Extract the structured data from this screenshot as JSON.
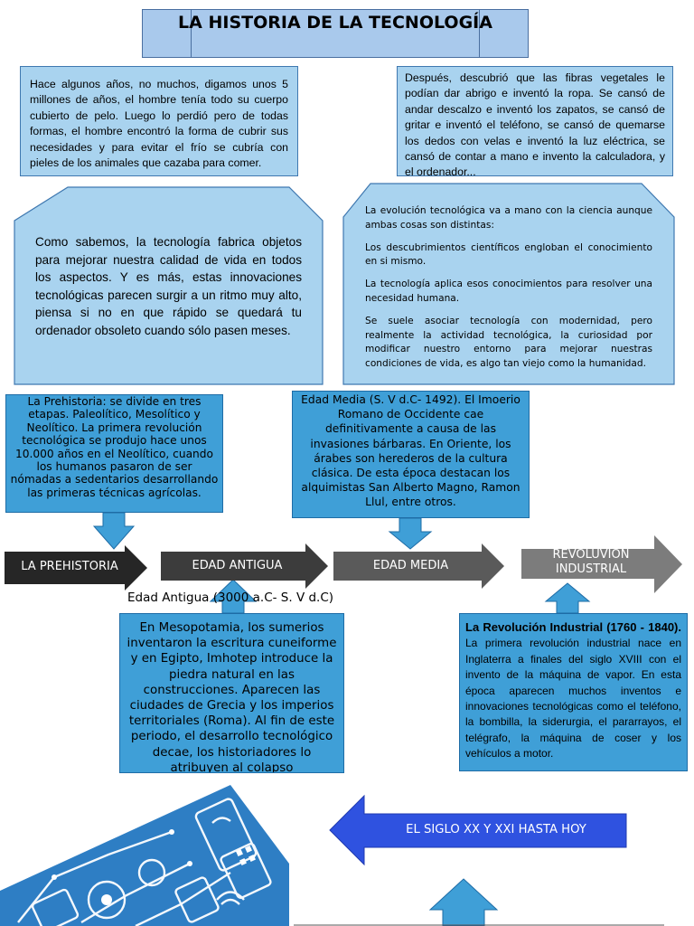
{
  "title": "LA HISTORIA DE LA TECNOLOGÍA",
  "box_origins": "Hace algunos años, no muchos, digamos unos 5 millones de años, el hombre tenía todo su cuerpo cubierto de pelo. Luego lo perdió pero de todas formas, el hombre encontró la forma de cubrir sus necesidades y para evitar el frío se cubría con pieles de los animales que cazaba para comer.",
  "box_inventions": "Después, descubrió que las fibras vegetales le podían dar abrigo e inventó la ropa. Se cansó de andar descalzo e inventó los zapatos, se cansó de gritar e inventó el teléfono, se cansó de quemarse los dedos con velas e inventó la luz eléctrica, se cansó de contar a mano e invento la calculadora, y el ordenador...",
  "box_quality": "Como sabemos, la tecnología fabrica objetos para mejorar nuestra calidad de vida en todos los aspectos. Y es más, estas innovaciones tecnológicas parecen surgir a un ritmo muy alto, piensa si no en que rápido se quedará tu ordenador obsoleto cuando sólo pasen meses.",
  "box_science": [
    "La evolución tecnológica va a mano con la ciencia aunque ambas cosas son distintas:",
    "Los descubrimientos científicos engloban el conocimiento en si mismo.",
    "La tecnología aplica esos conocimientos para resolver una necesidad humana.",
    "Se suele asociar tecnología con modernidad, pero realmente la actividad tecnológica, la curiosidad por modificar nuestro entorno para mejorar nuestras condiciones de vida, es algo tan viejo como la humanidad."
  ],
  "box_prehistoria": "La Prehistoria: se divide en tres etapas. Paleolítico, Mesolítico y Neolítico. La primera revolución tecnológica se produjo hace unos 10.000 años en el Neolítico, cuando los humanos pasaron de ser nómadas a sedentarios desarrollando las primeras técnicas agrícolas.",
  "box_media": "Edad Media (S. V d.C- 1492). El Imoerio Romano de Occidente cae definitivamente a causa de las invasiones bárbaras. En Oriente, los árabes son herederos de la cultura clásica. De esta época destacan los alquimistas San Alberto Magno, Ramon Llul, entre otros.",
  "antigua_heading": "Edad Antigua (3000 a.C- S. V d.C)",
  "box_antigua": "En Mesopotamia, los sumerios inventaron la escritura cuneiforme y en Egipto, Imhotep introduce la piedra natural en las construcciones. Aparecen las ciudades de Grecia y los imperios territoriales (Roma). Al fin de este periodo, el desarrollo tecnológico decae, los historiadores lo atribuyen al colapso",
  "industrial_heading": "La Revolución Industrial (1760 - 1840).",
  "industrial_body": "La primera revolución industrial nace en Inglaterra a finales del siglo XVIII con el invento de la máquina de vapor. En esta época aparecen muchos inventos e innovaciones tecnológicas como el teléfono, la bombilla, la siderurgia, el pararrayos, el telégrafo, la máquina de coser y los vehículos a motor.",
  "timeline": {
    "prehistoria": "LA PREHISTORIA",
    "antigua": "EDAD ANTIGUA",
    "media": "EDAD MEDIA",
    "industrial_1": "REVOLUVION",
    "industrial_2": "INDUSTRIAL",
    "siglo": "EL SIGLO XX Y XXI HASTA HOY"
  },
  "colors": {
    "light_box": "#a9d3ef",
    "mid_box": "#3f9fd7",
    "arrow_dark": "#262626",
    "arrow_mid": "#3c3c3c",
    "arrow_gray": "#5a5a5a",
    "arrow_light": "#7c7c7c",
    "arrow_blue": "#2f52e0"
  }
}
